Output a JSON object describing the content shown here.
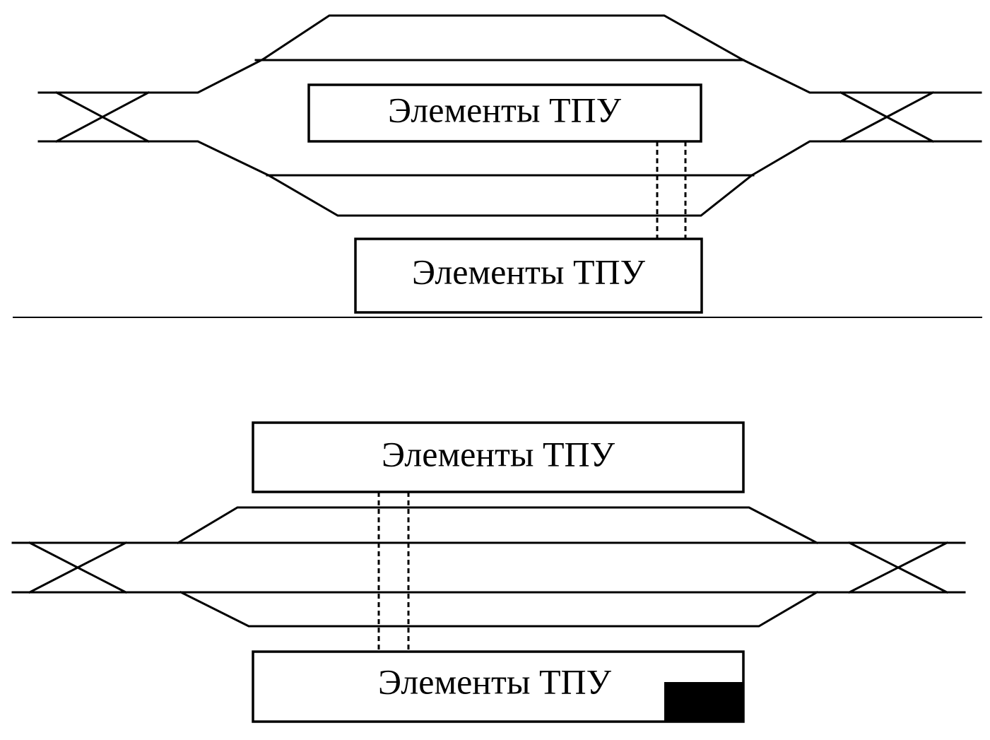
{
  "scheme_top": {
    "element_box_upper": {
      "label": "Элементы ТПУ"
    },
    "element_box_lower": {
      "label": "Элементы ТПУ"
    }
  },
  "scheme_bottom": {
    "element_box_upper": {
      "label": "Элементы ТПУ"
    },
    "element_box_lower": {
      "label": "Элементы ТПУ"
    }
  },
  "colors": {
    "line": "#000000",
    "background": "#ffffff"
  }
}
